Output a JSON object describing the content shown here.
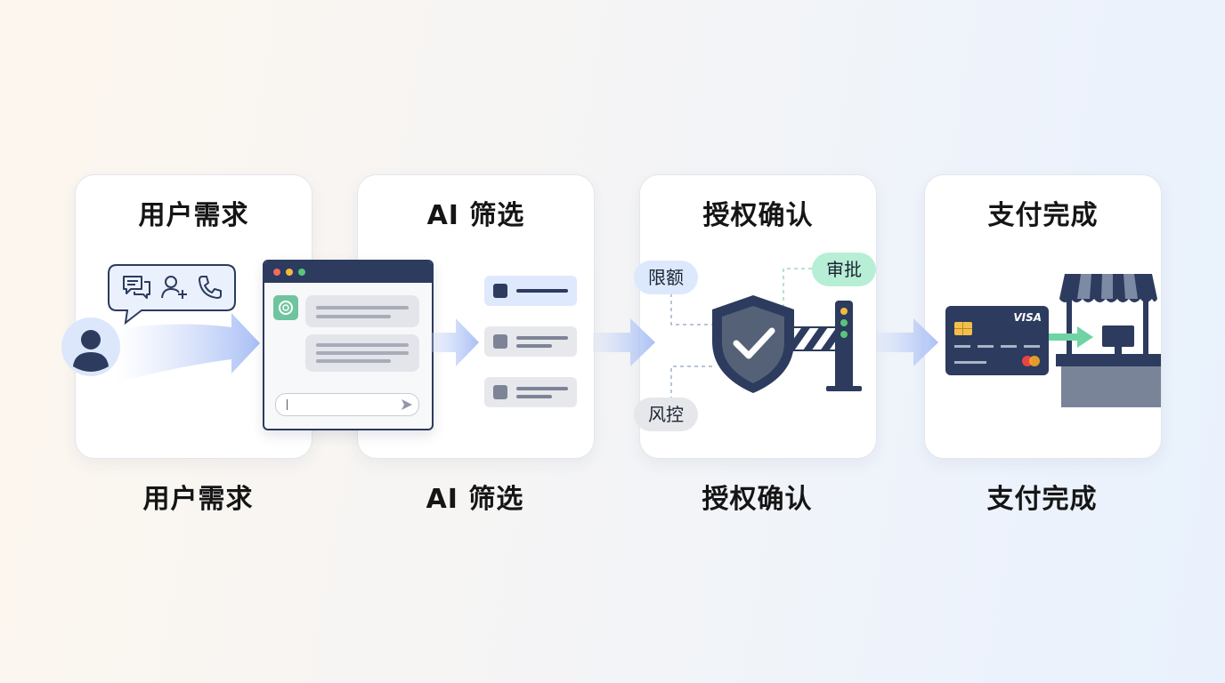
{
  "steps": [
    {
      "title": "用户需求",
      "caption": "用户需求"
    },
    {
      "title": "AI 筛选",
      "caption": "AI 筛选"
    },
    {
      "title": "授权确认",
      "caption": "授权确认"
    },
    {
      "title": "支付完成",
      "caption": "支付完成"
    }
  ],
  "auth": {
    "limit_label": "限额",
    "approve_label": "审批",
    "risk_label": "风控"
  },
  "payment": {
    "card_brand": "VISA"
  },
  "colors": {
    "navy": "#2c3b5e",
    "arrow": "#a9bff5",
    "pill_blue": "#dce8fc",
    "pill_green": "#b7efd6",
    "pill_gray": "#e6e7ea",
    "ai_logo": "#6fc49e"
  },
  "icons": [
    "user-icon",
    "chat-icon",
    "add-user-icon",
    "phone-icon",
    "ai-logo-icon",
    "send-icon",
    "shield-check-icon",
    "barrier-gate-icon",
    "credit-card-icon",
    "store-icon"
  ]
}
